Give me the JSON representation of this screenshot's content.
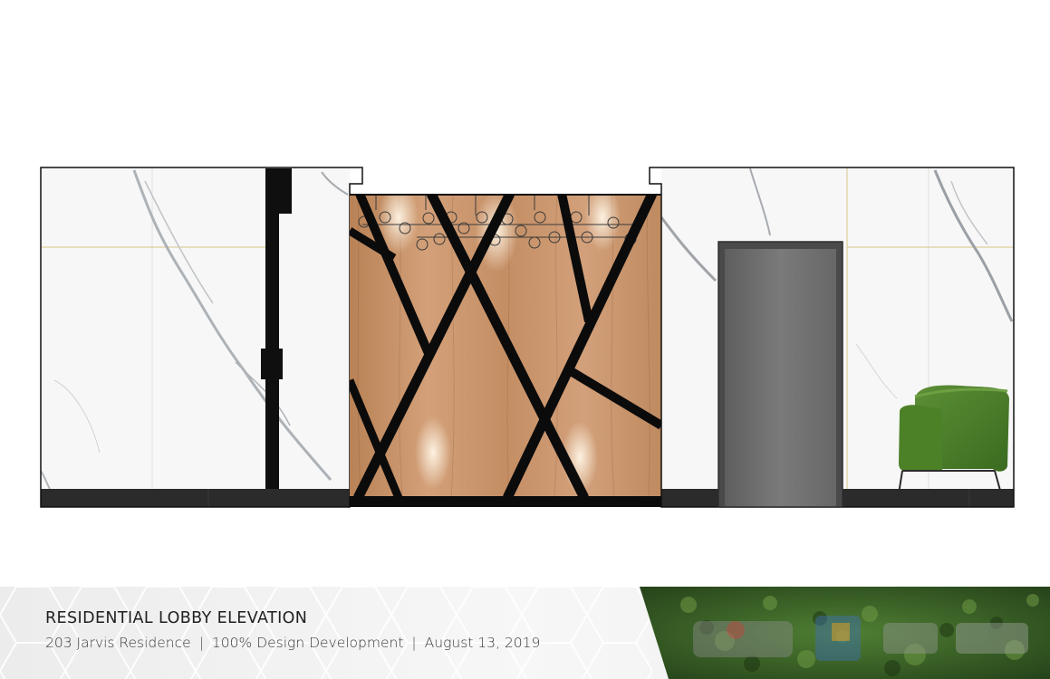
{
  "drawing": {
    "title": "RESIDENTIAL LOBBY ELEVATION",
    "project": "203 Jarvis Residence",
    "phase": "100% Design Development",
    "date": "August 13, 2019",
    "separator": "|"
  },
  "elements": {
    "left_wall": "marble-wall",
    "feature_wall": "wood-feature-wall",
    "door": "elevator-door",
    "chair": "lounge-chair",
    "footer_image": "moss-wall-with-logos"
  },
  "colors": {
    "marble": "#f6f6f6",
    "wood": "#c9936a",
    "wood_dark": "#b47a52",
    "trim": "#0f0f0f",
    "door": "#6e6e6e",
    "door_frame": "#4a4a4a",
    "chair": "#4a7d2a",
    "moss": "#3d6b2a",
    "gold_line": "#d8c58a"
  }
}
